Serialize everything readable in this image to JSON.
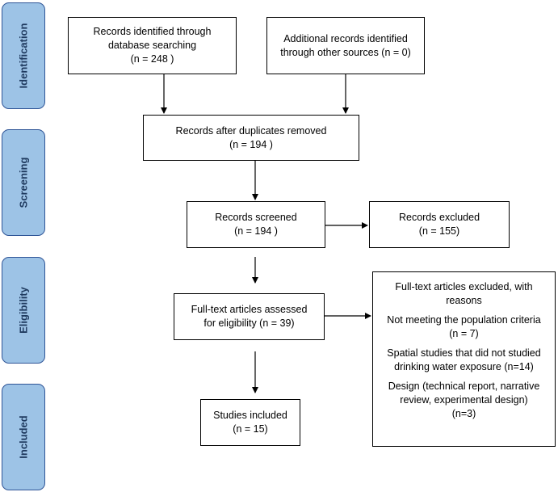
{
  "phases": {
    "identification": "Identification",
    "screening": "Screening",
    "eligibility": "Eligibility",
    "included": "Included"
  },
  "boxes": {
    "db_search": {
      "line1": "Records identified through",
      "line2": "database searching",
      "line3": "(n = 248  )"
    },
    "other_sources": {
      "line1": "Additional records identified",
      "line2": "through other sources (n = 0)"
    },
    "after_duplicates": {
      "line1": "Records after duplicates removed",
      "line2": "(n = 194 )"
    },
    "screened": {
      "line1": "Records screened",
      "line2": "(n = 194  )"
    },
    "excluded": {
      "line1": "Records excluded",
      "line2": "(n = 155)"
    },
    "fulltext_assessed": {
      "line1": "Full-text articles assessed",
      "line2": "for eligibility (n = 39)"
    },
    "fulltext_excluded": {
      "heading1": "Full-text articles excluded, with",
      "heading2": "reasons",
      "reason1_line1": "Not meeting the population criteria",
      "reason1_line2": "(n = 7)",
      "reason2_line1": "Spatial studies that did not studied",
      "reason2_line2": "drinking water exposure (n=14)",
      "reason3_line1": "Design (technical report, narrative",
      "reason3_line2": "review, experimental design)",
      "reason3_line3": "(n=3)"
    },
    "included": {
      "line1": "Studies included",
      "line2": "(n = 15)"
    }
  }
}
